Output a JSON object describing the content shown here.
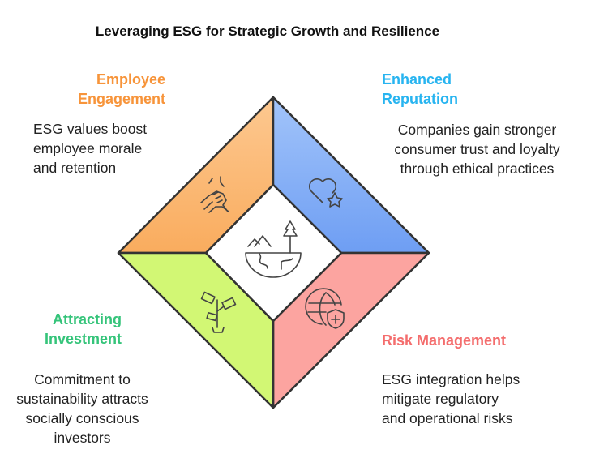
{
  "title": "Leveraging ESG for Strategic Growth and Resilience",
  "colors": {
    "employee": "#F7943A",
    "reputation": "#27B4F0",
    "investment": "#35C47A",
    "risk": "#F46D6D"
  },
  "quadrants": [
    {
      "heading": "Employee Engagement",
      "heading_lines": [
        "Employee",
        "Engagement"
      ],
      "description_lines": [
        "ESG values boost",
        "employee morale",
        "and retention"
      ],
      "icon": "hands-icon"
    },
    {
      "heading": "Enhanced Reputation",
      "heading_lines": [
        "Enhanced",
        "Reputation"
      ],
      "description_lines": [
        "Companies gain stronger",
        "consumer trust and loyalty",
        "through ethical practices"
      ],
      "icon": "heart-star-icon"
    },
    {
      "heading": "Attracting Investment",
      "heading_lines": [
        "Attracting",
        "Investment"
      ],
      "description_lines": [
        "Commitment to",
        "sustainability attracts",
        "socially conscious",
        "investors"
      ],
      "icon": "money-plant-icon"
    },
    {
      "heading": "Risk Management",
      "heading_lines": [
        "Risk Management"
      ],
      "description_lines": [
        "ESG integration helps",
        "mitigate regulatory",
        "and operational risks"
      ],
      "icon": "globe-shield-icon"
    }
  ],
  "center_icon": "earth-landscape-icon"
}
